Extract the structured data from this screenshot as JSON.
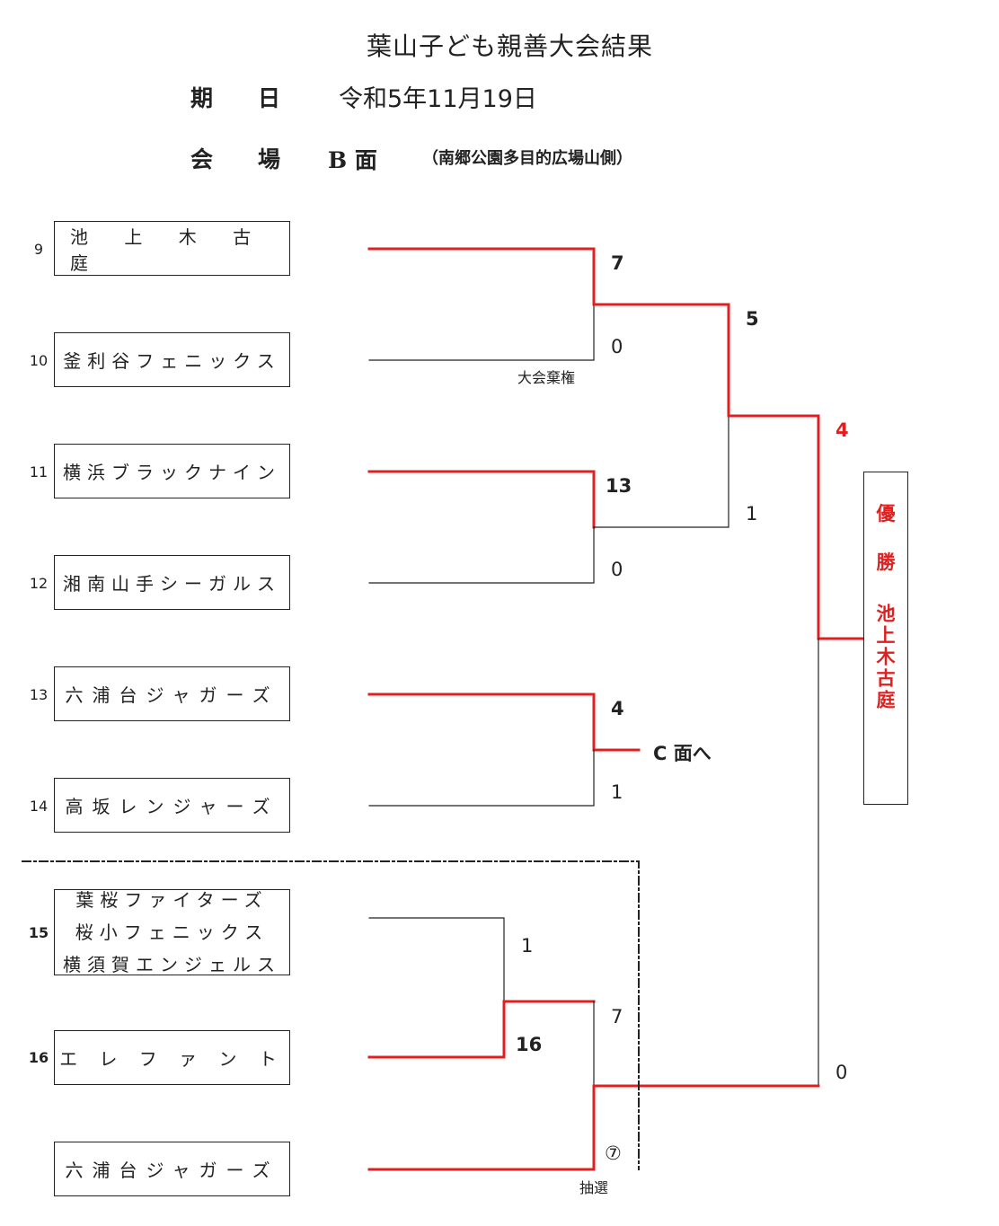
{
  "title": "葉山子ども親善大会結果",
  "date": {
    "label": "期　　日",
    "value": "令和5年11月19日"
  },
  "venue": {
    "label": "会　　場",
    "court": "B 面",
    "note": "（南郷公園多目的広場山側）"
  },
  "teams": [
    {
      "seed": "9",
      "name": "池 上 木 古 庭"
    },
    {
      "seed": "10",
      "name": "釜利谷フェニックス"
    },
    {
      "seed": "11",
      "name": "横浜ブラックナイン"
    },
    {
      "seed": "12",
      "name": "湘南山手シーガルス"
    },
    {
      "seed": "13",
      "name": "六浦台ジャガーズ"
    },
    {
      "seed": "14",
      "name": "高坂レンジャーズ"
    },
    {
      "seed": "15",
      "names": [
        "葉桜ファイターズ",
        "桜小フェニックス",
        "横須賀エンジェルス"
      ]
    },
    {
      "seed": "16",
      "name": "エ レ フ ァ ン ト"
    },
    {
      "seed": "",
      "name": "六浦台ジャガーズ"
    }
  ],
  "scores": {
    "m1_top": "7",
    "m1_bottom": "0",
    "m1_note": "大会棄権",
    "m2_top": "13",
    "m2_bottom": "0",
    "m3_top": "4",
    "m3_bottom": "1",
    "m3_advance": "C 面へ",
    "m4_top": "1",
    "m4_bottom": "16",
    "m5_top": "7",
    "m5_bottom": "⑦",
    "m5_note": "抽選",
    "semi_top": "5",
    "semi_bottom": "1",
    "final_top": "4",
    "final_bottom": "0"
  },
  "champion": {
    "label1": "優",
    "label2": "勝",
    "name": "池上木古庭"
  },
  "colors": {
    "winner_line": "#e02020",
    "loser_line": "#222222"
  }
}
